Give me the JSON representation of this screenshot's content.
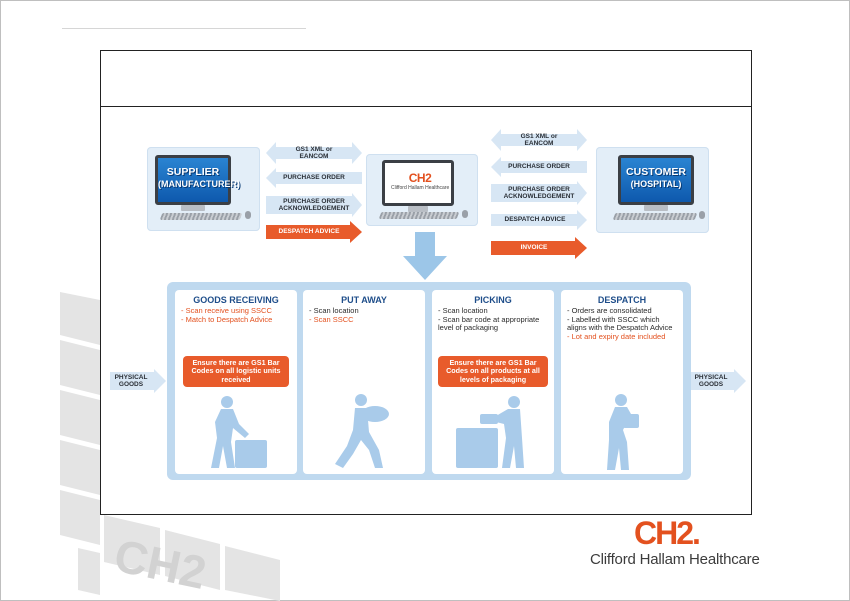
{
  "diagram": {
    "supplier": {
      "label_line1": "SUPPLIER",
      "label_line2": "(MANUFACTURER)"
    },
    "center": {
      "logo": "CH2",
      "logo_sub": "Clifford Hallam Healthcare"
    },
    "customer": {
      "label_line1": "CUSTOMER",
      "label_line2": "(HOSPITAL)"
    },
    "left_messages": [
      {
        "text": "GS1 XML or EANCOM",
        "direction": "both",
        "color": "light"
      },
      {
        "text": "PURCHASE ORDER",
        "direction": "left",
        "color": "light"
      },
      {
        "text": "PURCHASE ORDER ACKNOWLEDGEMENT",
        "direction": "right",
        "color": "light"
      },
      {
        "text": "DESPATCH ADVICE",
        "direction": "right",
        "color": "orange"
      }
    ],
    "right_messages": [
      {
        "text": "GS1 XML or EANCOM",
        "direction": "both",
        "color": "light"
      },
      {
        "text": "PURCHASE ORDER",
        "direction": "left",
        "color": "light"
      },
      {
        "text": "PURCHASE ORDER ACKNOWLEDGEMENT",
        "direction": "right",
        "color": "light"
      },
      {
        "text": "DESPATCH ADVICE",
        "direction": "right",
        "color": "light"
      },
      {
        "text": "INVOICE",
        "direction": "right",
        "color": "orange"
      }
    ],
    "physical_in": "PHYSICAL GOODS",
    "physical_out": "PHYSICAL GOODS",
    "stages": [
      {
        "title": "GOODS RECEIVING",
        "bullets": [
          {
            "text": "- Scan receive using SSCC",
            "highlight": true
          },
          {
            "text": "- Match to Despatch Advice",
            "highlight": true
          }
        ],
        "callout": "Ensure there are GS1 Bar Codes on all logistic units received"
      },
      {
        "title": "PUT AWAY",
        "bullets": [
          {
            "text": "- Scan location",
            "highlight": false
          },
          {
            "text": "- Scan SSCC",
            "highlight": true
          }
        ],
        "callout": ""
      },
      {
        "title": "PICKING",
        "bullets": [
          {
            "text": "- Scan location",
            "highlight": false
          },
          {
            "text": "- Scan bar code at appropriate level of packaging",
            "highlight": false
          }
        ],
        "callout": "Ensure there are GS1 Bar Codes on all products at all levels of packaging"
      },
      {
        "title": "DESPATCH",
        "bullets": [
          {
            "text": "- Orders are consolidated",
            "highlight": false
          },
          {
            "text": "- Labelled with SSCC which aligns with the Despatch Advice",
            "highlight": false
          },
          {
            "text": "- Lot and expiry date included",
            "highlight": true
          }
        ],
        "callout": ""
      }
    ]
  },
  "brand": {
    "mark": "CH2.",
    "name": "Clifford Hallam Healthcare"
  },
  "colors": {
    "accent": "#e3511f",
    "arrow_light": "#d7e6f4",
    "arrow_blue": "#9cc6e8",
    "stage_title": "#1f4e8a",
    "panel": "#bfd9ef"
  }
}
